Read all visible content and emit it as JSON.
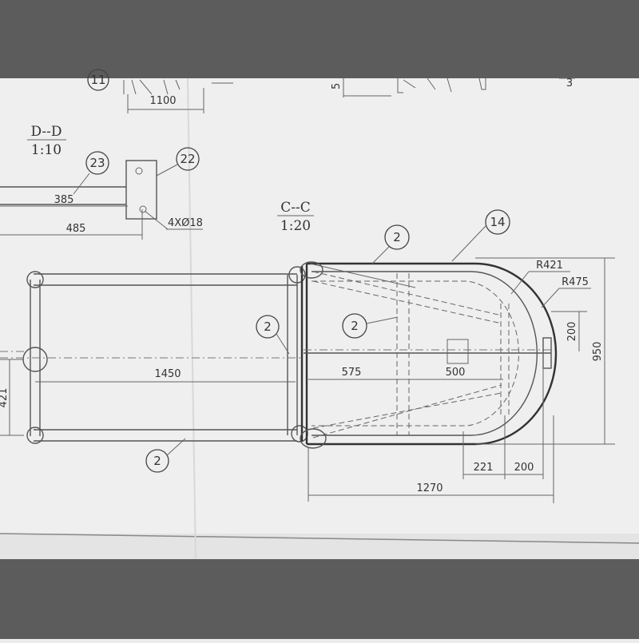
{
  "sections": {
    "dd": {
      "title": "D--D",
      "scale": "1:10"
    },
    "cc": {
      "title": "C--C",
      "scale": "1:20"
    }
  },
  "balloons": {
    "b11": "11",
    "b23": "23",
    "b22": "22",
    "b14": "14",
    "b2_top": "2",
    "b2_left": "2",
    "b2_mid": "2",
    "b2_bottom": "2"
  },
  "dimensions": {
    "d1100": "1100",
    "d385": "385",
    "d485": "485",
    "holes": "4XØ18",
    "d1450": "1450",
    "d575": "575",
    "d500": "500",
    "d421": "421",
    "r421": "R421",
    "r475": "R475",
    "d200_v": "200",
    "d950": "950",
    "d221": "221",
    "d200_h": "200",
    "d1270": "1270",
    "d5_top": "5",
    "d3_top": "3"
  }
}
